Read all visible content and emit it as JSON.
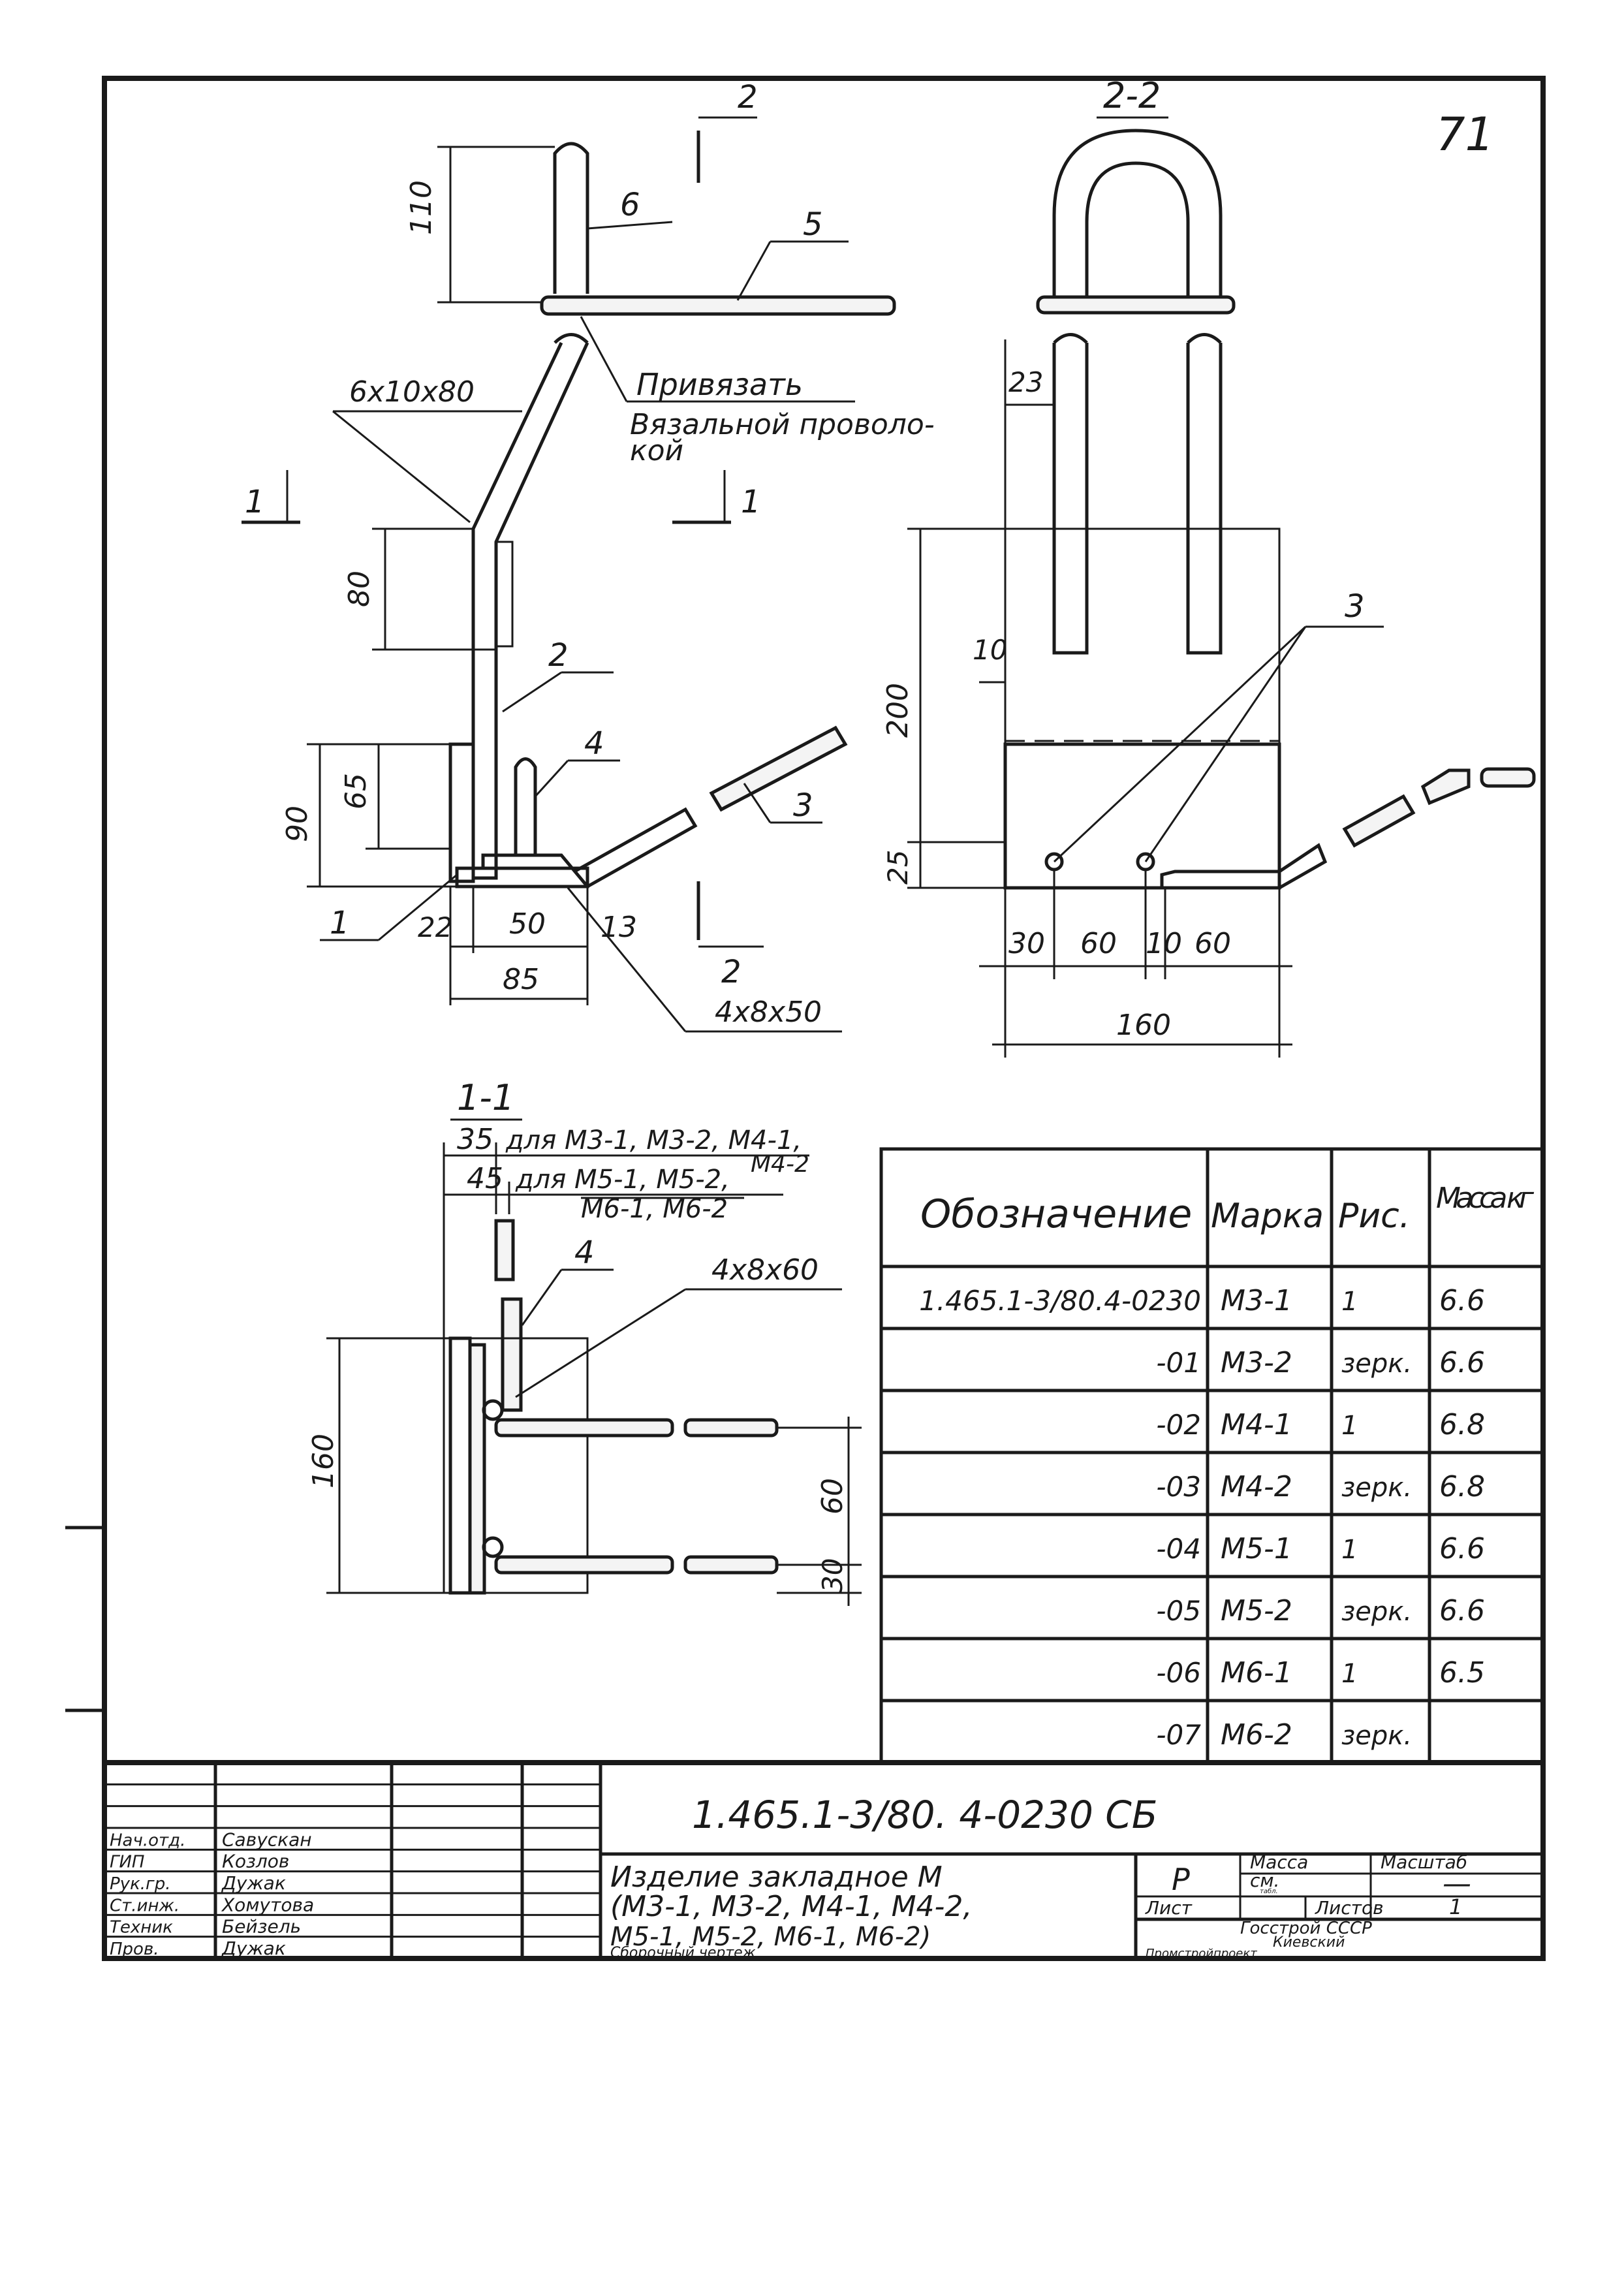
{
  "sheet_number": "71",
  "sections": {
    "sec_2_2": "2-2",
    "sec_1_1": "1-1",
    "mark_1": "1",
    "mark_2": "2"
  },
  "callouts": {
    "p1": "1",
    "p2": "2",
    "p3": "3",
    "p4": "4",
    "p5": "5",
    "p6": "6"
  },
  "notes": {
    "tie_line1": "Привязать",
    "tie_line2": "Вязальной проволо-",
    "tie_line3": "кой",
    "plate_6x10x80": "6x10x80",
    "plate_4x8x50": "4x8x50",
    "plate_4x8x60": "4x8x60",
    "for_m3_m4_line1": "для М3-1, М3-2, М4-1,",
    "for_m3_m4_line2": "М4-2",
    "for_m5_m6_line1": "для М5-1, М5-2,",
    "for_m5_m6_line2": "М6-1, М6-2"
  },
  "dims": {
    "d110": "110",
    "d80": "80",
    "d65": "65",
    "d90": "90",
    "d22": "22",
    "d50": "50",
    "d13": "13",
    "d85": "85",
    "d23": "23",
    "d200": "200",
    "d10": "10",
    "d25": "25",
    "d30": "30",
    "d60a": "60",
    "d10b": "10",
    "d60b": "60",
    "d160": "160",
    "d35": "35",
    "d45": "45",
    "d160v": "160",
    "d60v": "60",
    "d30v": "30"
  },
  "spec_table": {
    "headers": [
      "Обозначение",
      "Марка",
      "Рис.",
      "Масса кг"
    ],
    "rows": [
      [
        "1.465.1-3/80.4-0230",
        "М3-1",
        "1",
        "6.6"
      ],
      [
        "-01",
        "М3-2",
        "зерк.",
        "6.6"
      ],
      [
        "-02",
        "М4-1",
        "1",
        "6.8"
      ],
      [
        "-03",
        "М4-2",
        "зерк.",
        "6.8"
      ],
      [
        "-04",
        "М5-1",
        "1",
        "6.6"
      ],
      [
        "-05",
        "М5-2",
        "зерк.",
        "6.6"
      ],
      [
        "-06",
        "М6-1",
        "1",
        "6.5"
      ],
      [
        "-07",
        "М6-2",
        "зерк.",
        ""
      ]
    ]
  },
  "title_block": {
    "code": "1.465.1-3/80. 4-0230 СБ",
    "name_line1": "Изделие закладное М",
    "name_line2": "(М3-1, М3-2, М4-1, М4-2,",
    "name_line3": "М5-1, М5-2, М6-1, М6-2)",
    "name_line4": "Сборочный чертеж",
    "stage_value": "Р",
    "mass_label": "Масса",
    "mass_value_line1": "см.",
    "mass_value_line2": "табл.",
    "scale_label": "Масштаб",
    "scale_value": "—",
    "sheet_label": "Лист",
    "sheets_label": "Листов",
    "sheets_value": "1",
    "org_line1": "Госстрой СССР",
    "org_line2": "Киевский",
    "org_line3": "Промстройпроект",
    "staff": [
      {
        "role": "Нач.отд.",
        "name": "Савускан"
      },
      {
        "role": "ГИП",
        "name": "Козлов"
      },
      {
        "role": "Рук.гр.",
        "name": "Дужак"
      },
      {
        "role": "Ст.инж.",
        "name": "Хомутова"
      },
      {
        "role": "Техник",
        "name": "Бейзель"
      },
      {
        "role": "Пров.",
        "name": "Дужак"
      }
    ]
  }
}
